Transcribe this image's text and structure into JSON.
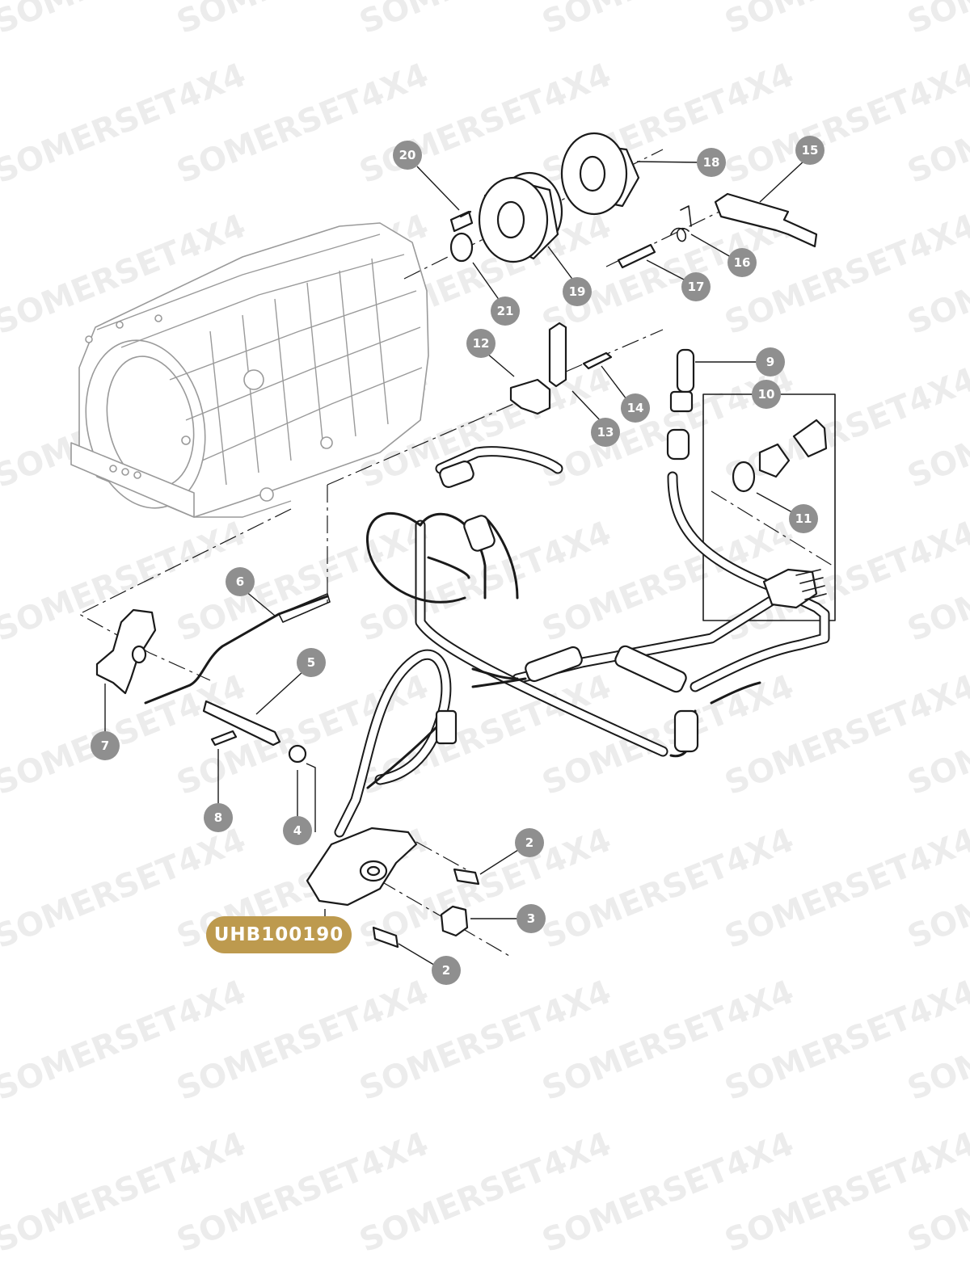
{
  "part_number": "UHB100190",
  "watermark_text": "SOMERSET4X4",
  "colors": {
    "callout_fill": "#8f8f8f",
    "badge_fill": "#bd9a4e",
    "line": "#1a1a1a",
    "watermark": "#ececec"
  },
  "callouts": [
    {
      "id": "c20",
      "label": "20"
    },
    {
      "id": "c18",
      "label": "18"
    },
    {
      "id": "c15",
      "label": "15"
    },
    {
      "id": "c16",
      "label": "16"
    },
    {
      "id": "c17",
      "label": "17"
    },
    {
      "id": "c19",
      "label": "19"
    },
    {
      "id": "c21",
      "label": "21"
    },
    {
      "id": "c12",
      "label": "12"
    },
    {
      "id": "c14",
      "label": "14"
    },
    {
      "id": "c13",
      "label": "13"
    },
    {
      "id": "c9",
      "label": "9"
    },
    {
      "id": "c10",
      "label": "10"
    },
    {
      "id": "c11",
      "label": "11"
    },
    {
      "id": "c6",
      "label": "6"
    },
    {
      "id": "c5",
      "label": "5"
    },
    {
      "id": "c7",
      "label": "7"
    },
    {
      "id": "c8",
      "label": "8"
    },
    {
      "id": "c4",
      "label": "4"
    },
    {
      "id": "c2a",
      "label": "2"
    },
    {
      "id": "c3",
      "label": "3"
    },
    {
      "id": "c2b",
      "label": "2"
    }
  ]
}
